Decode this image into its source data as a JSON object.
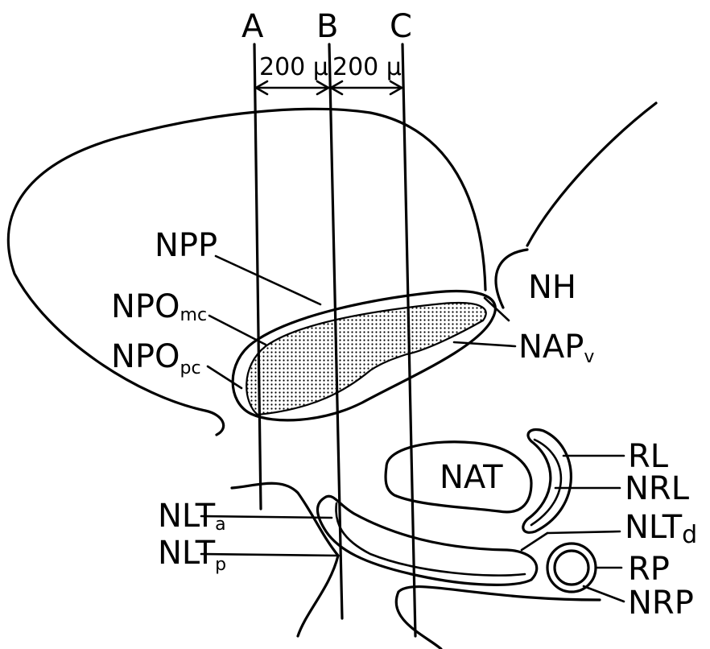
{
  "section_labels": {
    "a": "A",
    "b": "B",
    "c": "C"
  },
  "spacings": {
    "ab": "200 μ",
    "bc": "200 μ"
  },
  "structures": {
    "npp": "NPP",
    "npomc": {
      "base": "NPO",
      "sub": "mc"
    },
    "npopc": {
      "base": "NPO",
      "sub": "pc"
    },
    "nh": "NH",
    "napv": {
      "base": "NAP",
      "sub": "v"
    },
    "nat": "NAT",
    "rl": "RL",
    "nrl": "NRL",
    "nlta": {
      "base": "NLT",
      "sub": "a"
    },
    "nltd": {
      "base": "NLT",
      "sub": "d"
    },
    "nltp": {
      "base": "NLT",
      "sub": "p"
    },
    "rp": "RP",
    "nrp": "NRP"
  }
}
